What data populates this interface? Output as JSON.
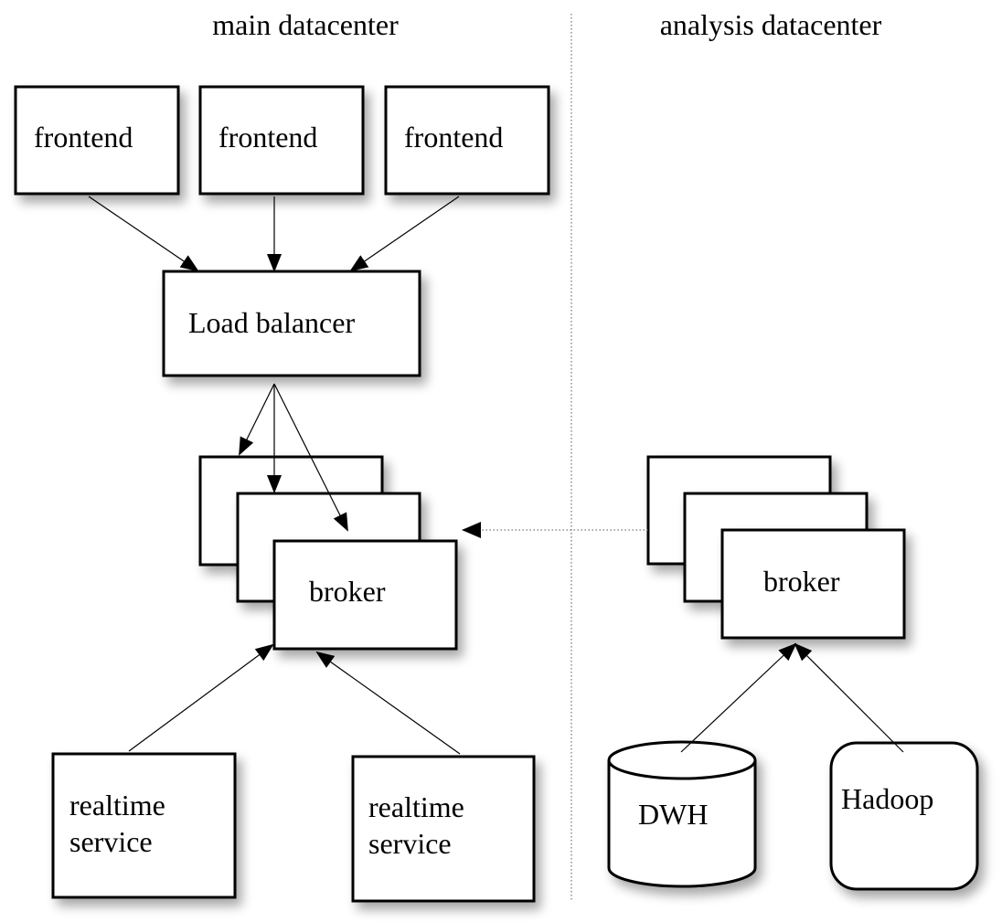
{
  "sections": {
    "main": "main datacenter",
    "analysis": "analysis datacenter"
  },
  "nodes": {
    "frontend_1": "frontend",
    "frontend_2": "frontend",
    "frontend_3": "frontend",
    "load_balancer": "Load balancer",
    "broker_main": "broker",
    "broker_analysis": "broker",
    "realtime_1": [
      "realtime",
      "service"
    ],
    "realtime_2": [
      "realtime",
      "service"
    ],
    "dwh": "DWH",
    "hadoop": "Hadoop"
  },
  "colors": {
    "stroke": "#000000",
    "fill": "#ffffff",
    "divider": "#555555"
  }
}
